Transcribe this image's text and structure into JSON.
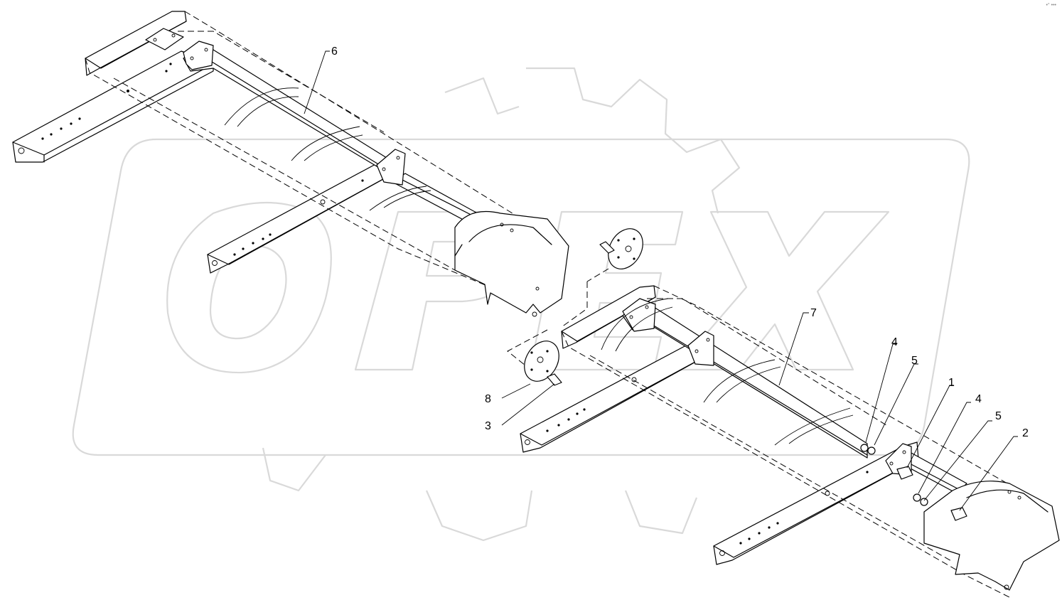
{
  "diagram": {
    "callouts": [
      {
        "id": "c6",
        "label": "6"
      },
      {
        "id": "c7",
        "label": "7"
      },
      {
        "id": "c8",
        "label": "8"
      },
      {
        "id": "c3",
        "label": "3"
      },
      {
        "id": "c4a",
        "label": "4"
      },
      {
        "id": "c5a",
        "label": "5"
      },
      {
        "id": "c1",
        "label": "1"
      },
      {
        "id": "c4b",
        "label": "4"
      },
      {
        "id": "c5b",
        "label": "5"
      },
      {
        "id": "c2",
        "label": "2"
      }
    ]
  },
  "watermark": {
    "text": "OPEX",
    "color": "#d9d9d9"
  },
  "corner_mark": "•° •••"
}
